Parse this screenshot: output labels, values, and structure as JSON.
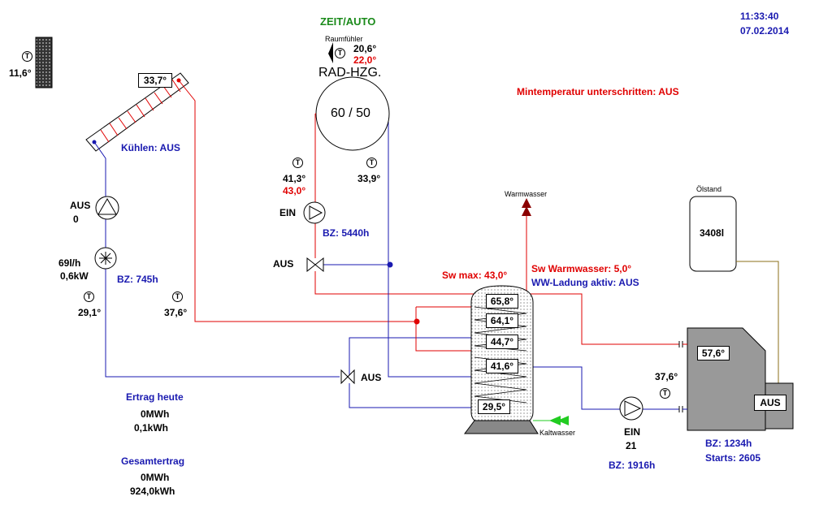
{
  "header": {
    "mode": "ZEIT/AUTO",
    "time": "11:33:40",
    "date": "07.02.2014"
  },
  "outdoor": {
    "temp": "11,6°"
  },
  "collector": {
    "temp": "33,7°",
    "cooling": "Kühlen: AUS"
  },
  "solar_pump": {
    "state": "AUS",
    "value": "0"
  },
  "flow_meter": {
    "flow": "69l/h",
    "power": "0,6kW",
    "bz": "BZ:  745h"
  },
  "solar_return": {
    "temp": "29,1°"
  },
  "solar_supply": {
    "temp": "37,6°"
  },
  "room": {
    "label": "Raumfühler",
    "actual": "20,6°",
    "setpoint": "22,0°"
  },
  "heating": {
    "label": "RAD-HZG.",
    "setpoints": "60 / 50"
  },
  "heating_flow": {
    "actual": "41,3°",
    "setpoint": "43,0°"
  },
  "heating_return": {
    "temp": "33,9°"
  },
  "heating_pump": {
    "state": "EIN",
    "bz": "BZ:  5440h"
  },
  "heating_mixer": {
    "state": "AUS"
  },
  "solar_valve": {
    "state": "AUS"
  },
  "alarm": {
    "min_temp": "Mintemperatur unterschritten: AUS"
  },
  "storage": {
    "sw_max": "Sw max:  43,0°",
    "temps": [
      "65,8°",
      "64,1°",
      "44,7°",
      "41,6°",
      "29,5°"
    ]
  },
  "hot_water": {
    "label": "Warmwasser",
    "setpoint": "Sw Warmwasser:   5,0°",
    "charging": "WW-Ladung aktiv: AUS",
    "cold_label": "Kaltwasser"
  },
  "oil": {
    "label": "Ölstand",
    "level": "3408l"
  },
  "boiler": {
    "temp": "57,6°",
    "state": "AUS",
    "flow_temp": "37,6°",
    "bz": "BZ:  1234h",
    "starts": "Starts:  2605"
  },
  "boiler_pump": {
    "state": "EIN",
    "value": "21",
    "bz": "BZ:  1916h"
  },
  "yield": {
    "today_label": "Ertrag heute",
    "today_mwh": "0MWh",
    "today_kwh": "0,1kWh",
    "total_label": "Gesamtertrag",
    "total_mwh": "0MWh",
    "total_kwh": "924,0kWh"
  },
  "colors": {
    "supply": "#e00000",
    "return": "#1a1ab0",
    "mode": "#1a8a1a",
    "cold_water": "#22cc22",
    "boiler_body": "#999999",
    "storage_fill": "#e0e0e0"
  }
}
